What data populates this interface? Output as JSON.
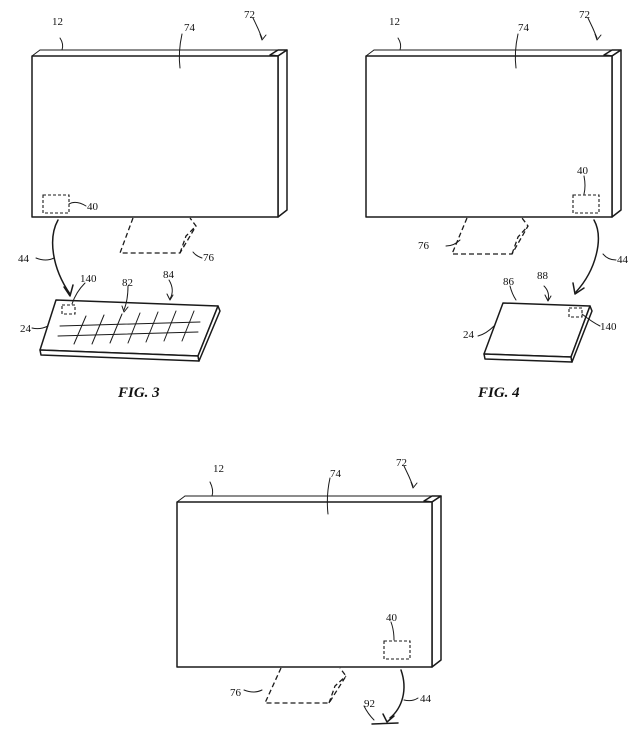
{
  "figures": [
    {
      "caption": "FIG. 3",
      "labels": {
        "display": "12",
        "screen": "74",
        "unit": "72",
        "sensor": "40",
        "path": "44",
        "stand": "76",
        "accessory": "24",
        "accessory_sensor": "140",
        "accessory_region": "82",
        "keys": "84"
      }
    },
    {
      "caption": "FIG. 4",
      "labels": {
        "display": "12",
        "screen": "74",
        "unit": "72",
        "sensor": "40",
        "path": "44",
        "stand": "76",
        "accessory": "24",
        "accessory_sensor": "140",
        "accessory_surface": "86",
        "accessory_mode": "88"
      }
    },
    {
      "caption": "",
      "labels": {
        "display": "12",
        "screen": "74",
        "unit": "72",
        "sensor": "40",
        "path": "44",
        "stand": "76",
        "signal": "92"
      }
    }
  ]
}
